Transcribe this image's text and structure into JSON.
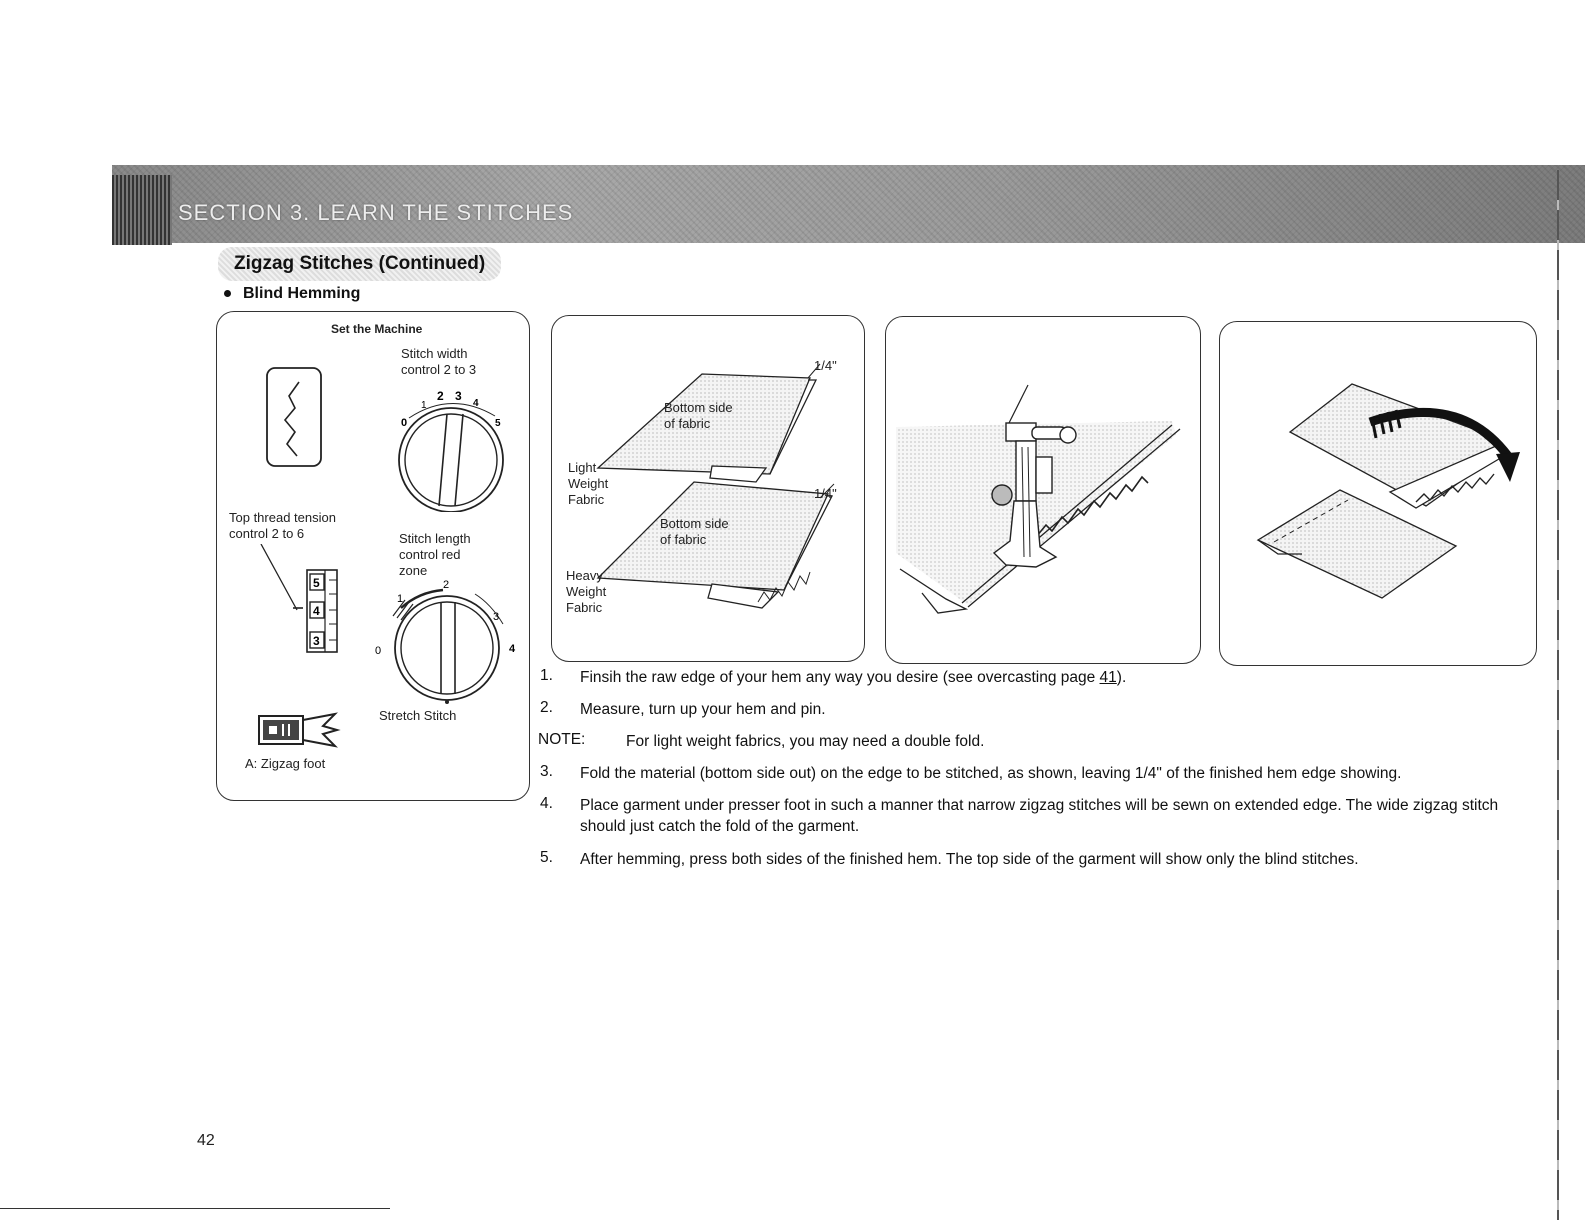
{
  "header": {
    "section_title": "SECTION 3. LEARN THE STITCHES",
    "subheading": "Zigzag Stitches (Continued)",
    "topic": "Blind Hemming"
  },
  "machine_panel": {
    "title": "Set the Machine",
    "stitch_width_label_1": "Stitch width",
    "stitch_width_label_2": "control 2 to 3",
    "width_dial_ticks": [
      "0",
      "1",
      "2",
      "3",
      "4",
      "5"
    ],
    "tension_label_1": "Top thread tension",
    "tension_label_2": "control 2 to 6",
    "tension_numbers": [
      "5",
      "4",
      "3"
    ],
    "stitch_length_label_1": "Stitch length",
    "stitch_length_label_2": "control red",
    "stitch_length_label_3": "zone",
    "length_dial_ticks": [
      "0",
      "1",
      "2",
      "3",
      "4"
    ],
    "stretch_label": "Stretch Stitch",
    "foot_label": "A: Zigzag foot"
  },
  "fold_panel": {
    "measure_top": "1/4\"",
    "measure_bottom": "1/4\"",
    "bottom_side_1": "Bottom side",
    "bottom_side_2": "of fabric",
    "light_1": "Light",
    "light_2": "Weight",
    "light_3": "Fabric",
    "heavy_1": "Heavy",
    "heavy_2": "Weight",
    "heavy_3": "Fabric"
  },
  "steps": [
    {
      "num": "1.",
      "text_before": "Finsih the raw edge of your hem any way you desire (see overcasting page ",
      "link": "41",
      "text_after": ")."
    },
    {
      "num": "2.",
      "text": "Measure, turn up your hem and pin."
    },
    {
      "num": "NOTE:",
      "text": "For light weight fabrics, you may need a double fold."
    },
    {
      "num": "3.",
      "text": "Fold the material (bottom side out) on the edge to be stitched, as shown, leaving 1/4\" of the finished hem edge showing."
    },
    {
      "num": "4.",
      "text": "Place garment under presser foot in such a manner that narrow zigzag stitches will be sewn on extended edge.  The wide zigzag stitch should just catch the fold of the garment."
    },
    {
      "num": "5.",
      "text": "After hemming, press both sides of the finished hem.  The top side of the garment will show only the blind stitches."
    }
  ],
  "page_number": "42"
}
